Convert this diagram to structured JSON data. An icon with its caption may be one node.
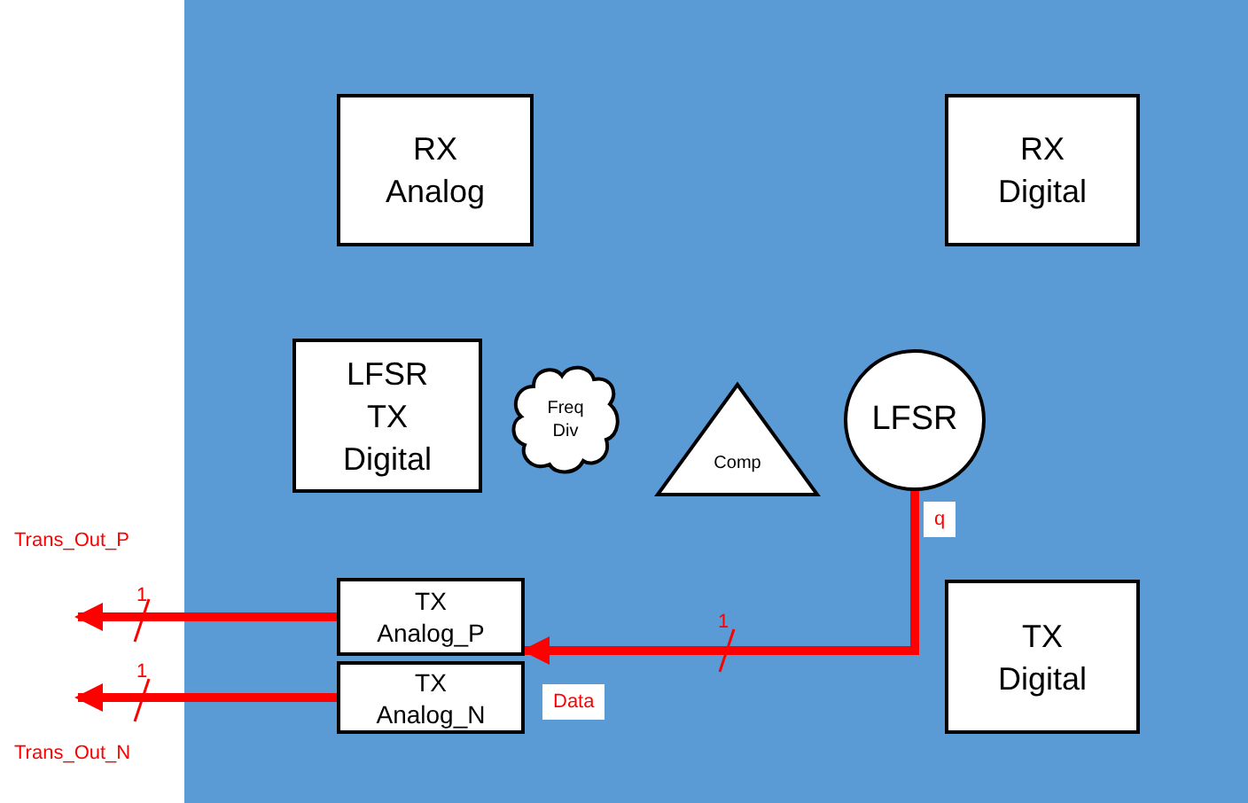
{
  "diagram": {
    "nodes": [
      {
        "text": [],
        "shape": "box"
      },
      {
        "text": [
          "RX Analog"
        ],
        "in": 0
      },
      {
        "text": [
          "RX Digital"
        ],
        "in": 0
      },
      {
        "text": [
          "LFSR TX Digital"
        ],
        "in": 0
      },
      {
        "text": [
          "Freq Div"
        ],
        "in": 0
      },
      {
        "text": [
          "Comp"
        ],
        "in": 0
      },
      {
        "text": [
          "LFSR"
        ],
        "in": 0
      },
      {
        "text": [
          "TX Analog_P"
        ],
        "in": 0
      },
      {
        "text": [
          "TX Analog_N"
        ],
        "in": 0
      },
      {
        "text": [
          "TX Digital"
        ],
        "in": 0
      }
    ],
    "edges": [
      {
        "from": 6,
        "to": 7,
        "arrow": "to",
        "label": "1"
      },
      {
        "from": 7,
        "to": null,
        "arrow": "to",
        "label": "1"
      },
      {
        "from": 8,
        "to": null,
        "arrow": "to",
        "label": "1"
      }
    ],
    "labels": [
      "Trans_Out_P",
      "q",
      "Data",
      "Trans_Out_N"
    ]
  }
}
